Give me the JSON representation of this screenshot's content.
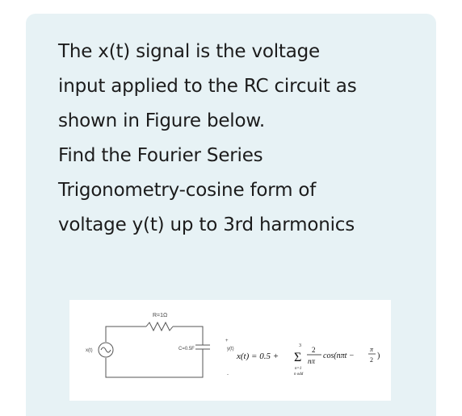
{
  "question": {
    "lines": [
      "The x(t) signal is the voltage",
      "input applied to the RC circuit as",
      "shown in Figure below.",
      "Find the Fourier Series",
      "Trigonometry-cosine form of",
      "voltage y(t) up to 3rd harmonics"
    ]
  },
  "figure": {
    "resistor_label": "R=1Ω",
    "capacitor_label": "C=0.5F",
    "input_label": "x(t)",
    "output_label": "y(t)",
    "output_plus": "+",
    "output_minus": "-",
    "equation": {
      "lhs": "x(t) = 0.5 +",
      "sum_upper": "3",
      "sum_symbol": "Σ",
      "sum_lower": "n=1",
      "sum_condition": "n odd",
      "numerator": "2",
      "denominator": "nπ",
      "cos_term": "cos(nπt −",
      "pi_over": "π",
      "pi_under": "2",
      "close": ")"
    }
  }
}
